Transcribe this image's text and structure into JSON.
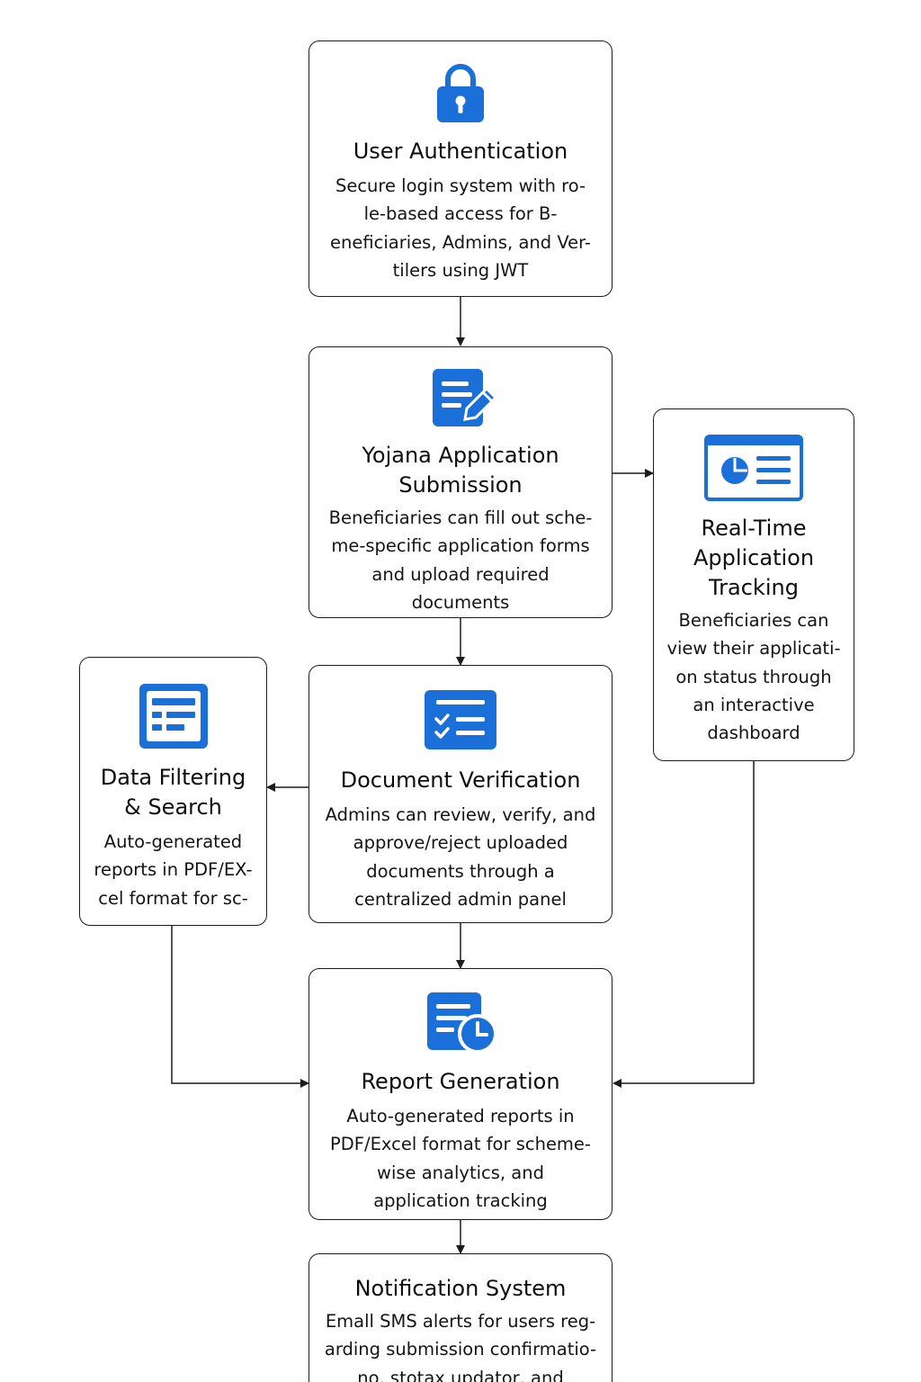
{
  "colors": {
    "accent": "#1a6fd8",
    "border": "#1c1c1c",
    "arrow": "#1c1c1c"
  },
  "nodes": {
    "auth": {
      "icon": "lock-icon",
      "title": "User Authentication",
      "desc_lines": [
        "Secure login system with ro-",
        "le-based access for B-",
        "eneficiaries, Admins, and Ver-",
        "tilers using JWT"
      ]
    },
    "submission": {
      "icon": "form-edit-icon",
      "title_lines": [
        "Yojana Application",
        "Submission"
      ],
      "desc_lines": [
        "Beneficiaries can fill out sche-",
        "me-specific application forms",
        "and upload required",
        "documents"
      ]
    },
    "tracking": {
      "icon": "dashboard-chart-icon",
      "title_lines": [
        "Real-Time",
        "Application",
        "Tracking"
      ],
      "desc_lines": [
        "Beneficiaries can",
        "view their applicati-",
        "on status through",
        "an interactive",
        "dashboard"
      ]
    },
    "filtering": {
      "icon": "list-filter-icon",
      "title_lines": [
        "Data Filtering",
        "& Search"
      ],
      "desc_lines": [
        "Auto-generated",
        "reports in PDF/EX-",
        "cel format for sc-"
      ]
    },
    "verification": {
      "icon": "checklist-icon",
      "title": "Document Verification",
      "desc_lines": [
        "Admins can review, verify, and",
        "approve/reject uploaded",
        "documents through a",
        "centralized admin panel"
      ]
    },
    "report": {
      "icon": "report-clock-icon",
      "title": "Report Generation",
      "desc_lines": [
        "Auto-generated reports in",
        "PDF/Excel format for scheme-",
        "wise analytics, and",
        "application tracking"
      ]
    },
    "notification": {
      "title": "Notification System",
      "desc_lines": [
        "Emall SMS alerts for users reg-",
        "arding submission confirmatio-",
        "no, stotax updator, and"
      ]
    }
  }
}
